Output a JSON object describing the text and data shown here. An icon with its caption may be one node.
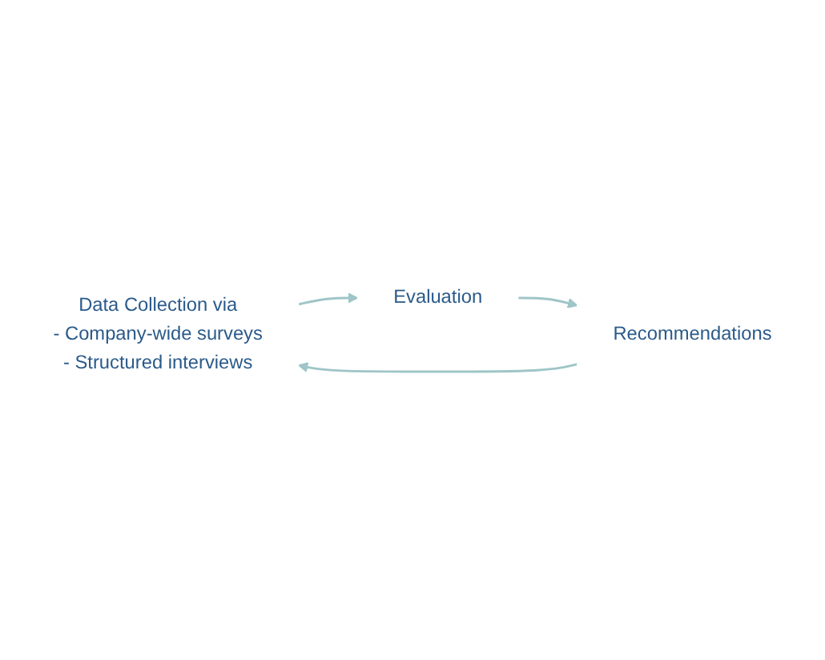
{
  "diagram": {
    "nodes": [
      {
        "text": [
          "Data Collection via",
          "-    Company-wide surveys",
          "-    Structured interviews"
        ]
      },
      {
        "text": [
          "Evaluation"
        ]
      },
      {
        "text": [
          "Recommendations"
        ]
      }
    ],
    "edges": [
      {
        "from": 0,
        "to": 1,
        "arrow": "to"
      },
      {
        "from": 1,
        "to": 2,
        "arrow": "to"
      },
      {
        "from": 2,
        "to": 0,
        "arrow": "to"
      }
    ]
  }
}
